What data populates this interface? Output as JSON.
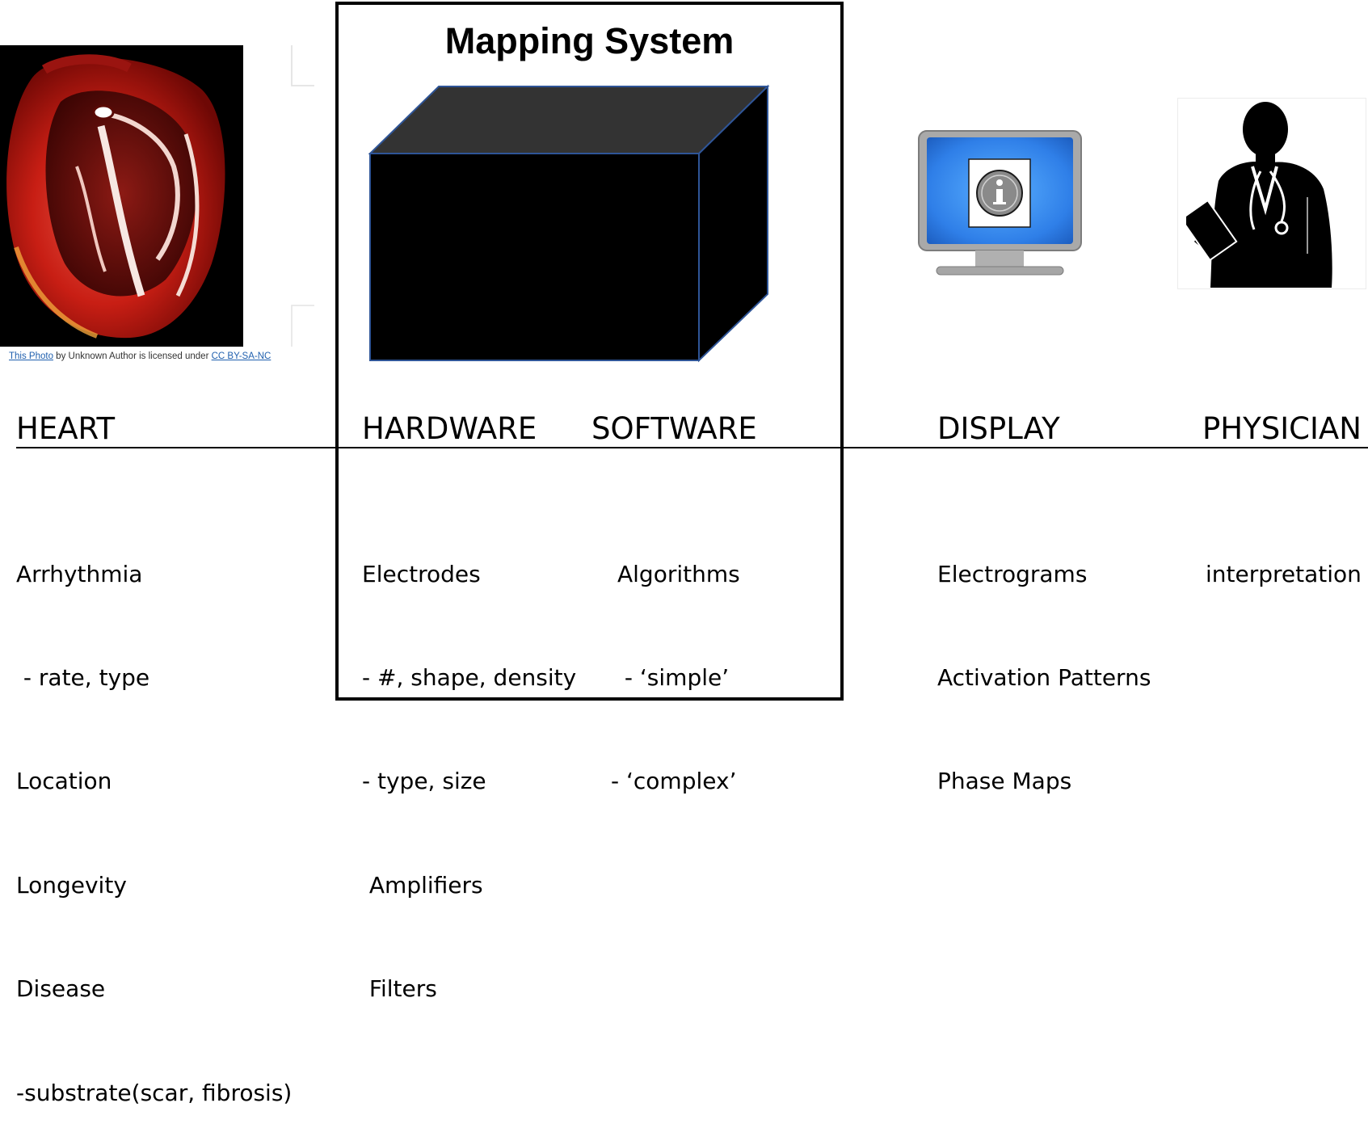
{
  "mapping_system": {
    "title": "Mapping System"
  },
  "photo_credit": {
    "link_text": "This Photo",
    "middle_text": " by Unknown Author is licensed under ",
    "license_text": "CC BY-SA-NC"
  },
  "columns": {
    "heart": {
      "heading": "HEART",
      "items": [
        "Arrhythmia",
        " - rate, type",
        "Location",
        "Longevity",
        "Disease",
        "-substrate(scar, fibrosis)"
      ]
    },
    "hardware": {
      "heading": "HARDWARE",
      "items": [
        "Electrodes",
        "- #, shape, density",
        "- type, size",
        " Amplifiers",
        " Filters"
      ]
    },
    "software": {
      "heading": "SOFTWARE",
      "items": [
        "Algorithms",
        " - ‘simple’",
        "- ‘complex’"
      ]
    },
    "display": {
      "heading": "DISPLAY",
      "items": [
        "Electrograms",
        "Activation Patterns",
        "Phase Maps"
      ]
    },
    "physician": {
      "heading": "PHYSICIAN",
      "items": [
        "interpretation"
      ]
    }
  },
  "icons": {
    "heart": "heart-photo",
    "black_box": "black-box-icon",
    "display": "monitor-info-icon",
    "physician": "doctor-silhouette-icon"
  },
  "colors": {
    "box_front": "#000000",
    "box_top": "#333333",
    "box_edge": "#2f5597",
    "monitor_screen": "#2f7fe8",
    "monitor_frame": "#a9a9a9"
  }
}
